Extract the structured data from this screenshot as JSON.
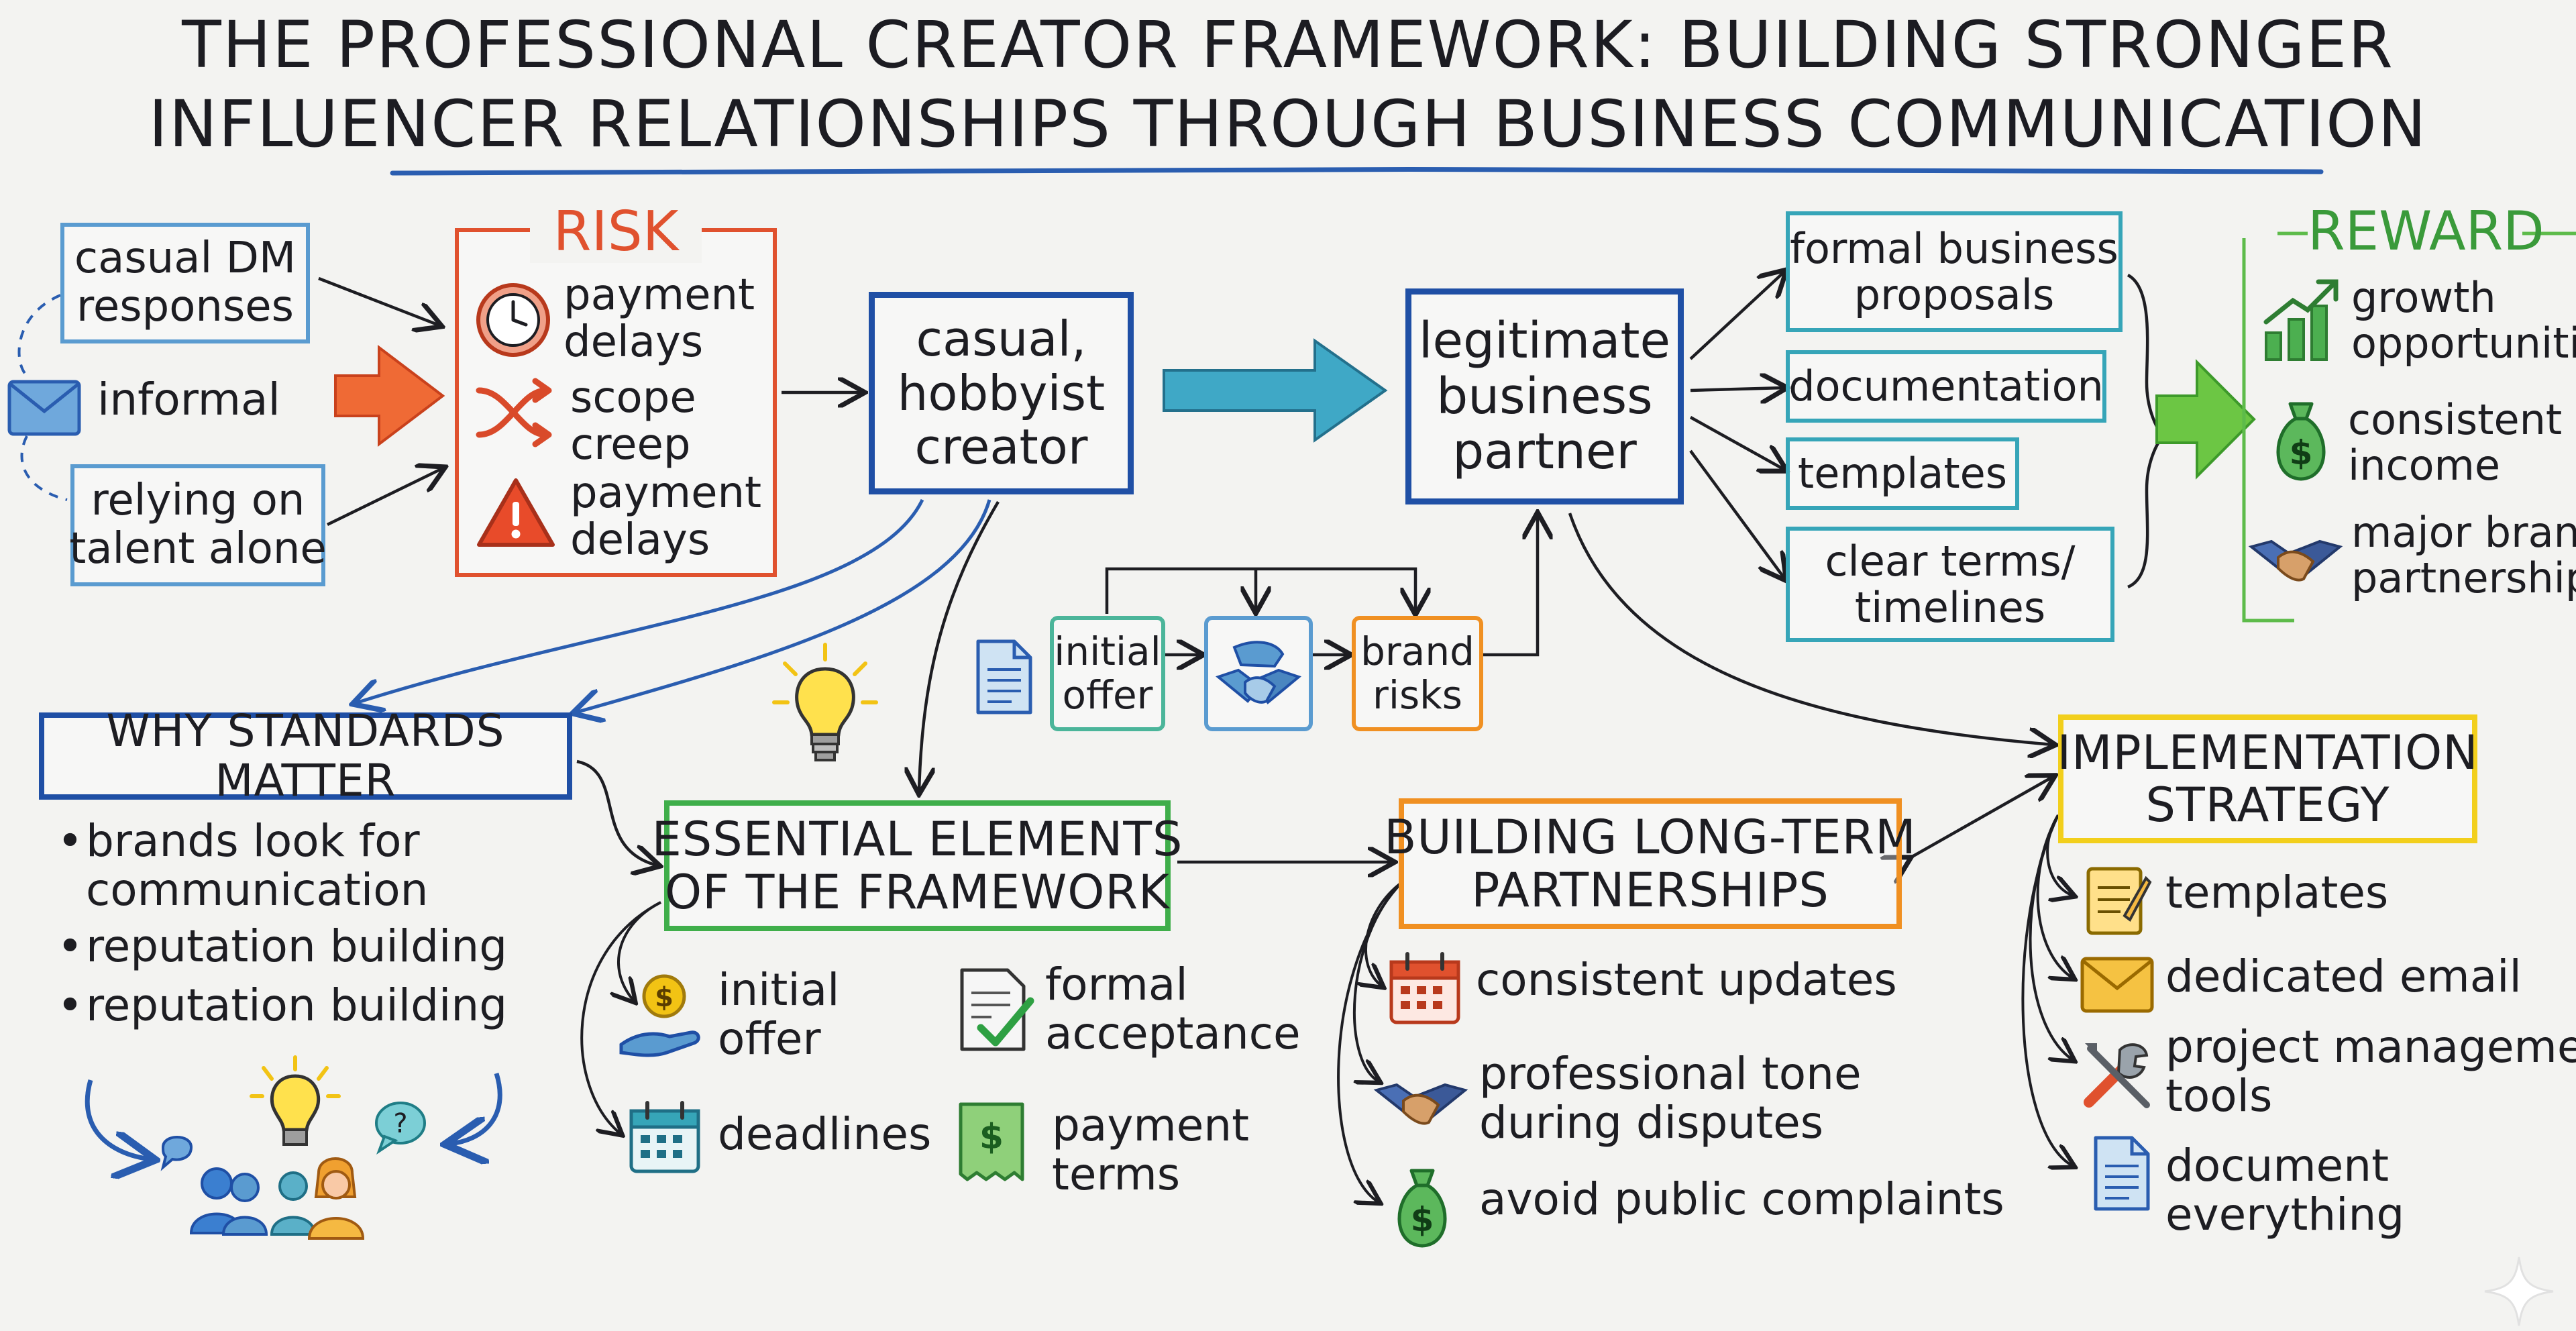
{
  "title": {
    "line1": "THE PROFESSIONAL CREATOR FRAMEWORK: BUILDING STRONGER",
    "line2": "INFLUENCER RELATIONSHIPS THROUGH BUSINESS COMMUNICATION"
  },
  "colors": {
    "blue": "#2a5db0",
    "light_blue": "#5a9bd0",
    "red": "#e0512e",
    "teal": "#36a5b8",
    "green": "#3fae4a",
    "orange": "#f09022",
    "yellow": "#f2cf1c",
    "ink": "#1d1d22"
  },
  "inputs": {
    "casual_dm": "casual DM\nresponses",
    "informal": "informal",
    "talent": "relying on\ntalent alone"
  },
  "risk": {
    "header": "RISK",
    "items": [
      {
        "icon": "clock-icon",
        "label": "payment\ndelays"
      },
      {
        "icon": "shuffle-icon",
        "label": "scope\ncreep"
      },
      {
        "icon": "warning-icon",
        "label": "payment\ndelays"
      }
    ]
  },
  "hobbyist": "casual,\nhobbyist\ncreator",
  "partner": "legitimate\nbusiness\npartner",
  "outputs": [
    "formal business\nproposals",
    "documentation",
    "templates",
    "clear terms/\ntimelines"
  ],
  "reward": {
    "header": "REWARD",
    "items": [
      {
        "icon": "growth-chart-icon",
        "label": "growth\nopportunities"
      },
      {
        "icon": "money-bag-icon",
        "label": "consistent\nincome"
      },
      {
        "icon": "handshake-icon",
        "label": "major brand\npartnerships"
      }
    ]
  },
  "flow": {
    "offer": "initial\noffer",
    "risks": "brand\nrisks"
  },
  "why": {
    "header": "WHY STANDARDS MATTER",
    "bullets": [
      "brands look for\ncommunication",
      "reputation building",
      "reputation building"
    ]
  },
  "essential": {
    "header": "ESSENTIAL ELEMENTS\nOF THE FRAMEWORK",
    "items": [
      {
        "icon": "coin-hand-icon",
        "label": "initial\noffer"
      },
      {
        "icon": "checked-document-icon",
        "label": "formal\nacceptance"
      },
      {
        "icon": "calendar-icon",
        "label": "deadlines"
      },
      {
        "icon": "bill-icon",
        "label": "payment\nterms"
      }
    ]
  },
  "longterm": {
    "header": "BUILDING LONG-TERM\nPARTNERSHIPS",
    "items": [
      {
        "icon": "calendar-icon",
        "label": "consistent updates"
      },
      {
        "icon": "handshake-icon",
        "label": "professional tone\nduring disputes"
      },
      {
        "icon": "money-bag-icon",
        "label": "avoid public complaints"
      }
    ]
  },
  "implementation": {
    "header": "IMPLEMENTATION\nSTRATEGY",
    "items": [
      {
        "icon": "notepad-icon",
        "label": "templates"
      },
      {
        "icon": "envelope-icon",
        "label": "dedicated email"
      },
      {
        "icon": "tools-icon",
        "label": "project management\ntools"
      },
      {
        "icon": "document-icon",
        "label": "document everything"
      }
    ]
  }
}
